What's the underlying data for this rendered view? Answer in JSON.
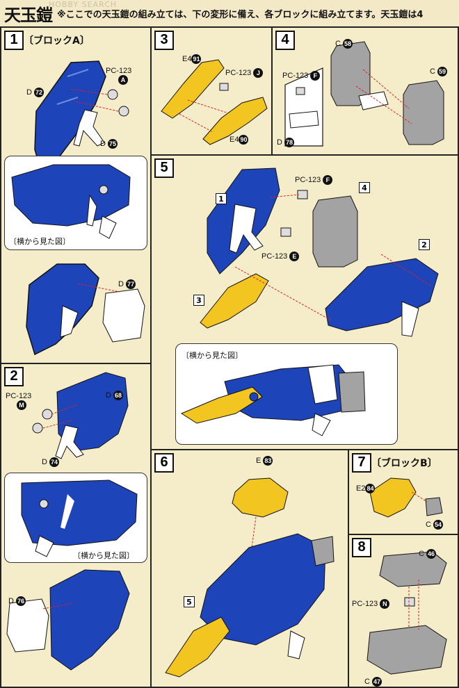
{
  "header": {
    "title": "天玉鎧",
    "watermark": "HOBBY SEARCH",
    "description": "※ここでの天玉鎧の組み立ては、下の変形に備え、各ブロックに組み立てます。天玉鎧は4"
  },
  "colors": {
    "blue": "#1d44b8",
    "yellow": "#f3c521",
    "gray": "#a3a3a3",
    "white": "#ffffff",
    "paper": "#f3e9c6"
  },
  "side_view_caption": "〔横から見た図〕",
  "steps": {
    "s1": {
      "num": "1",
      "block": "〔ブロックA〕",
      "pc": "PC-123",
      "pc_tag": "A",
      "d_a": "D",
      "d_a_num": "72",
      "d_b": "D",
      "d_b_num": "75",
      "d_c": "D",
      "d_c_num": "77"
    },
    "s2": {
      "num": "2",
      "pc": "PC-123",
      "pc_tag": "M",
      "d_a": "D",
      "d_a_num": "68",
      "d_b": "D",
      "d_b_num": "74",
      "d_c": "D",
      "d_c_num": "76"
    },
    "s3": {
      "num": "3",
      "e_a": "E4",
      "e_a_num": "91",
      "pc": "PC-123",
      "pc_tag": "J",
      "e_b": "E4",
      "e_b_num": "90"
    },
    "s4": {
      "num": "4",
      "c_a": "C",
      "c_a_num": "58",
      "c_b": "C",
      "c_b_num": "59",
      "pc": "PC-123",
      "pc_tag": "F",
      "d": "D",
      "d_num": "78"
    },
    "s5": {
      "num": "5",
      "pc_a": "PC-123",
      "pc_a_tag": "F",
      "pc_b": "PC-123",
      "pc_b_tag": "E",
      "ref1": "1",
      "ref2": "2",
      "ref3": "3",
      "ref4": "4"
    },
    "s6": {
      "num": "6",
      "e": "E",
      "e_num": "83",
      "ref5": "5"
    },
    "s7": {
      "num": "7",
      "block": "〔ブロックB〕",
      "e": "E2",
      "e_num": "84",
      "c": "C",
      "c_num": "54"
    },
    "s8": {
      "num": "8",
      "c_a": "C",
      "c_a_num": "46",
      "pc": "PC-123",
      "pc_tag": "N",
      "c_b": "C",
      "c_b_num": "47"
    }
  }
}
